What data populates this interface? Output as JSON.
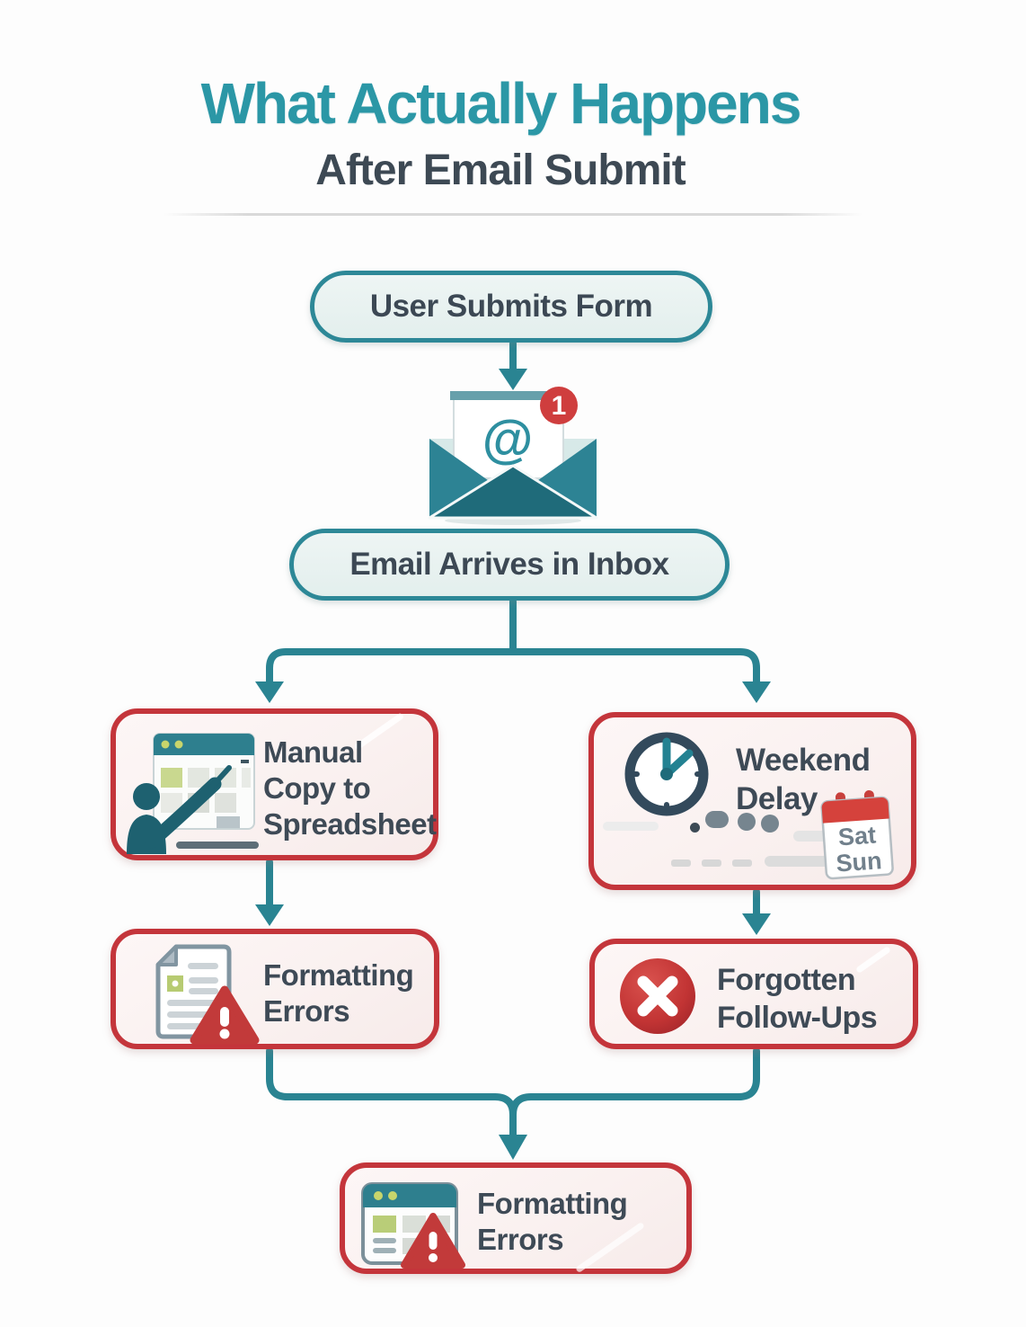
{
  "title": {
    "line1": "What Actually Happens",
    "line2": "After Email Submit"
  },
  "flow": {
    "step1": {
      "label": "User Submits Form"
    },
    "email_icon": {
      "at_symbol": "@",
      "badge_count": "1"
    },
    "step2": {
      "label": "Email Arrives in Inbox"
    },
    "manual_copy": {
      "line1": "Manual",
      "line2": "Copy to",
      "line3": "Spreadsheet"
    },
    "weekend_delay": {
      "line1": "Weekend",
      "line2": "Delay",
      "calendar": {
        "day1": "Sat",
        "day2": "Sun"
      }
    },
    "formatting_errors": {
      "line1": "Formatting",
      "line2": "Errors"
    },
    "forgotten_followups": {
      "line1": "Forgotten",
      "line2": "Follow-Ups"
    },
    "final_formatting_errors": {
      "line1": "Formatting",
      "line2": "Errors"
    }
  },
  "icons": {
    "envelope": "email-envelope-icon",
    "badge": "notification-badge",
    "spreadsheet_person": "spreadsheet-person-icon",
    "clock": "clock-icon",
    "calendar": "weekend-calendar-icon",
    "document_warning": "document-warning-icon",
    "x_circle": "x-circle-icon",
    "browser_warning": "browser-warning-icon"
  },
  "colors": {
    "teal_title": "#2b97a6",
    "subtitle_dark": "#3d4954",
    "connector_teal": "#2a8492",
    "pill_border": "#2d8897",
    "pill_bg": "#e9f2f1",
    "red_border": "#c4353b",
    "box_bg": "#faf1f0",
    "dark_text": "#3e4a56",
    "badge_red": "#cf3e3e",
    "warning_red": "#c23a3a",
    "calendar_red": "#d5423c",
    "window_teal": "#2e7f8e",
    "person_teal": "#1e6170",
    "clock_slate": "#334a5c"
  }
}
